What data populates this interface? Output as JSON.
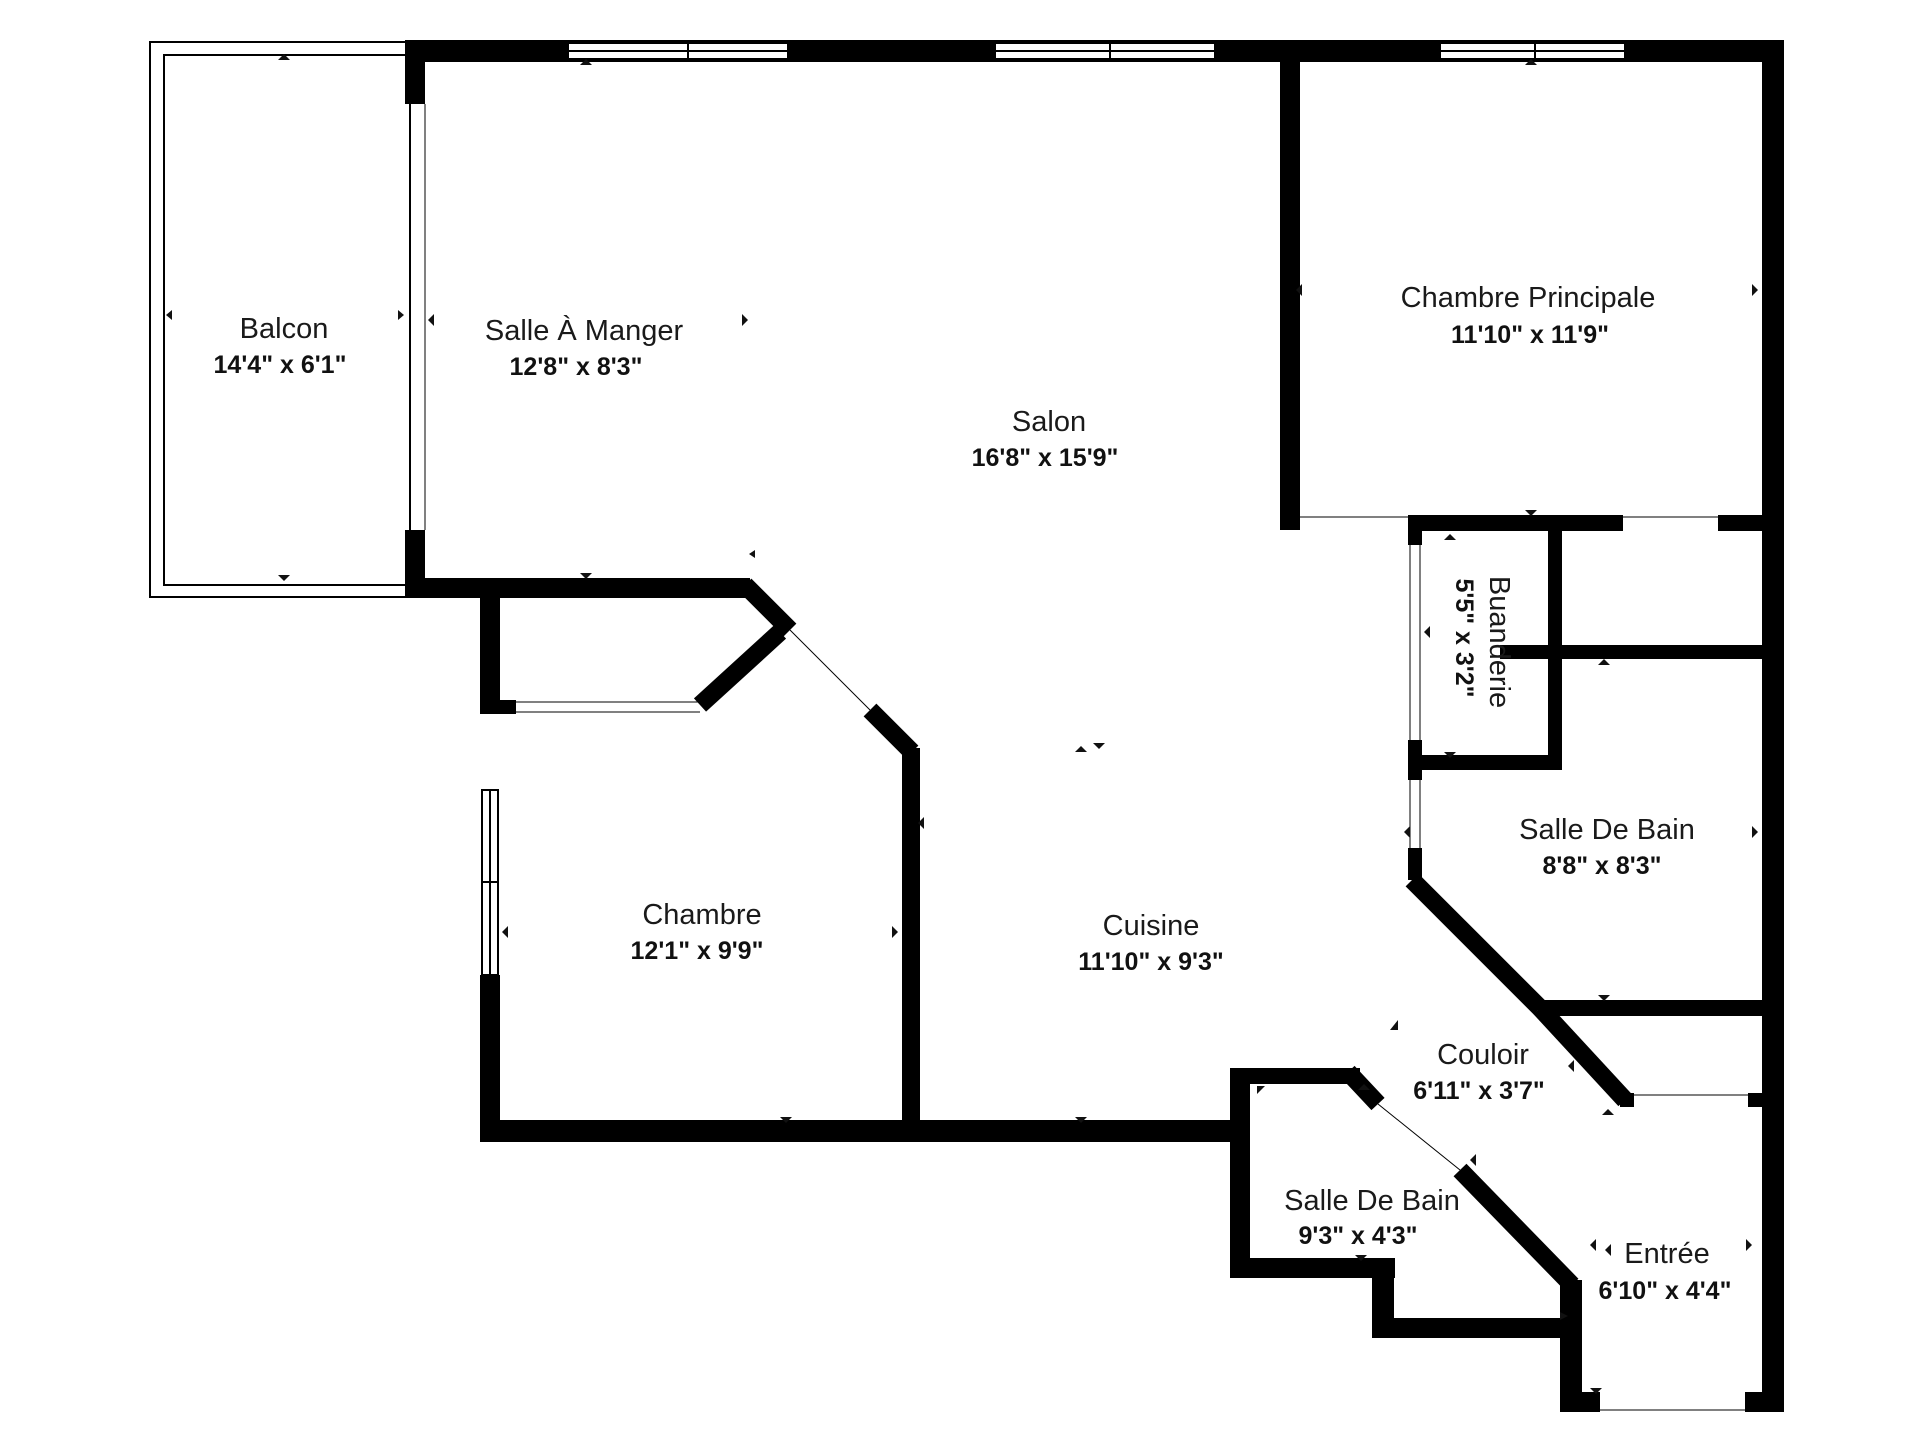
{
  "colors": {
    "wall": "#000000",
    "background": "#ffffff",
    "window": "#ffffff",
    "marker": "#111111"
  },
  "rooms": {
    "balcon": {
      "name": "Balcon",
      "dim": "14'4\" x 6'1\""
    },
    "salle_a_manger": {
      "name": "Salle À Manger",
      "dim": "12'8\" x 8'3\""
    },
    "salon": {
      "name": "Salon",
      "dim": "16'8\" x 15'9\""
    },
    "chambre_principale": {
      "name": "Chambre Principale",
      "dim": "11'10\" x 11'9\""
    },
    "buanderie": {
      "name": "Buanderie",
      "dim": "5'5\" x 3'2\""
    },
    "salle_de_bain_1": {
      "name": "Salle De Bain",
      "dim": "8'8\" x 8'3\""
    },
    "chambre": {
      "name": "Chambre",
      "dim": "12'1\" x 9'9\""
    },
    "cuisine": {
      "name": "Cuisine",
      "dim": "11'10\" x 9'3\""
    },
    "couloir": {
      "name": "Couloir",
      "dim": "6'11\" x 3'7\""
    },
    "salle_de_bain_2": {
      "name": "Salle De Bain",
      "dim": "9'3\" x 4'3\""
    },
    "entree": {
      "name": "Entrée",
      "dim": "6'10\" x 4'4\""
    }
  }
}
